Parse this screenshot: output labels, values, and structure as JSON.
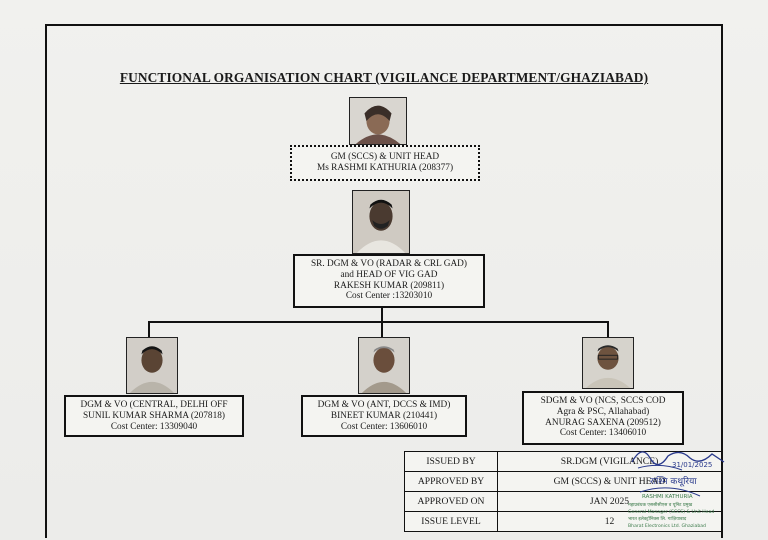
{
  "title": "FUNCTIONAL ORGANISATION CHART (VIGILANCE DEPARTMENT/GHAZIABAD)",
  "head": {
    "line1": "GM (SCCS) & UNIT HEAD",
    "line2": "Ms RASHMI KATHURIA (208377)"
  },
  "second": {
    "line1": "SR. DGM & VO (RADAR & CRL GAD)",
    "line2": "and HEAD OF VIG GAD",
    "line3": "RAKESH KUMAR (209811)",
    "line4": "Cost Center :13203010"
  },
  "officers": [
    {
      "line1": "DGM & VO (CENTRAL, DELHI OFF",
      "line2": "SUNIL KUMAR SHARMA (207818)",
      "line3": "Cost Center: 13309040"
    },
    {
      "line1": "DGM & VO (ANT, DCCS & IMD)",
      "line2": "BINEET KUMAR (210441)",
      "line3": "Cost Center: 13606010"
    },
    {
      "line1": "SDGM & VO (NCS, SCCS COD",
      "line2": "Agra & PSC, Allahabad)",
      "line3": "ANURAG SAXENA (209512)",
      "line4": "Cost Center: 13406010"
    }
  ],
  "issue_table": [
    {
      "label": "ISSUED BY",
      "value": "SR.DGM (VIGILANCE)"
    },
    {
      "label": "APPROVED BY",
      "value": "GM (SCCS) & UNIT HEAD"
    },
    {
      "label": "APPROVED ON",
      "value": "JAN 2025"
    },
    {
      "label": "ISSUE LEVEL",
      "value": "12"
    }
  ],
  "stamp": {
    "sign_text": "Bindu",
    "sign_date": "31/01/2025",
    "hindi_name": "राश्मि कथूरिया",
    "lines": [
      "RASHMI KATHURIA",
      "महाप्रबंधक एससीसीएस व यूनिट प्रमुख",
      "General Manager (SCCS) & Unit Head",
      "भारत इलेक्ट्रॉनिक्स लि. गाज़ियाबाद",
      "Bharat Electronics Ltd. Ghaziabad"
    ]
  }
}
